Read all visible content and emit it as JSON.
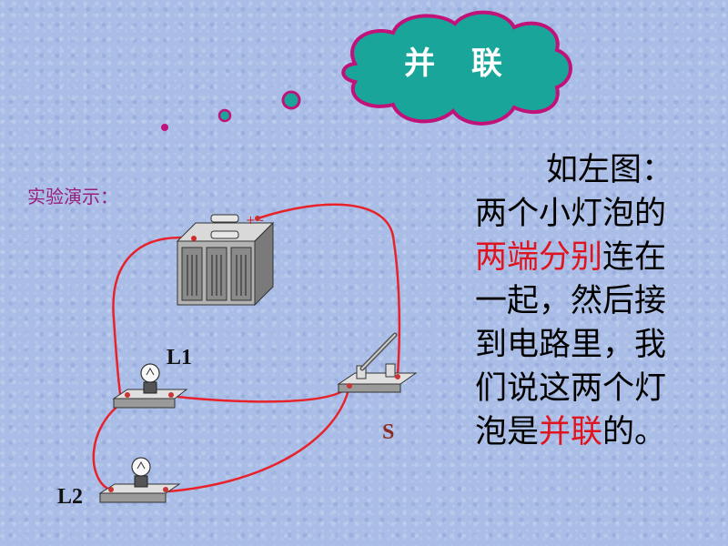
{
  "title": "并 联",
  "demo_label": "实验演示：",
  "labels": {
    "l1": "L1",
    "l2": "L2",
    "s": "S"
  },
  "battery_polarity": "+ -",
  "description": {
    "line1": "如左图：",
    "line2": "两个小灯泡的",
    "line3_red": "两端分别",
    "line3_rest": "连在",
    "line4": "一起，然后接",
    "line5": "到电路里，我",
    "line6": "们说这两个灯",
    "line7_pre": "泡是",
    "line7_red": "并联",
    "line7_post": "的。"
  },
  "colors": {
    "background": "#a9bde6",
    "cloud_fill": "#1aa59a",
    "cloud_stroke": "#c1127a",
    "wire": "#e8222a",
    "highlight": "#e0141e"
  }
}
